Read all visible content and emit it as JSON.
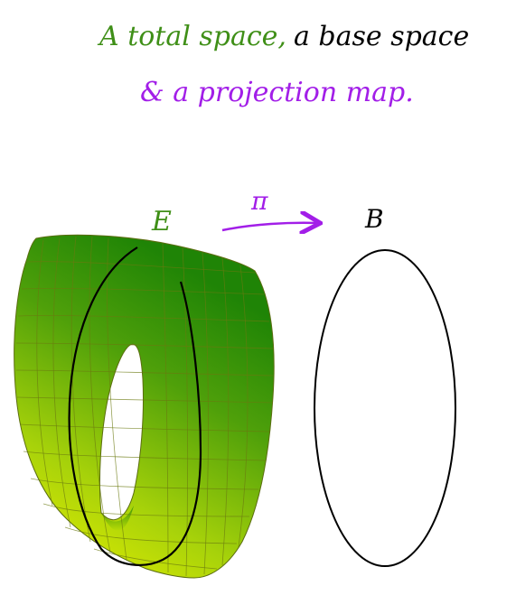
{
  "title": {
    "part1": "A total space,",
    "part2": "a base space",
    "line2": "& a projection map."
  },
  "labels": {
    "total_space": "E",
    "projection": "π",
    "base_space": "B"
  },
  "colors": {
    "total_space_text": "#3f8f17",
    "base_space_text": "#000000",
    "projection_text": "#a21ee8",
    "surface_top": "#1f8a06",
    "surface_bottom": "#e6f000",
    "mesh": "#6b7a10",
    "curve": "#000000"
  }
}
